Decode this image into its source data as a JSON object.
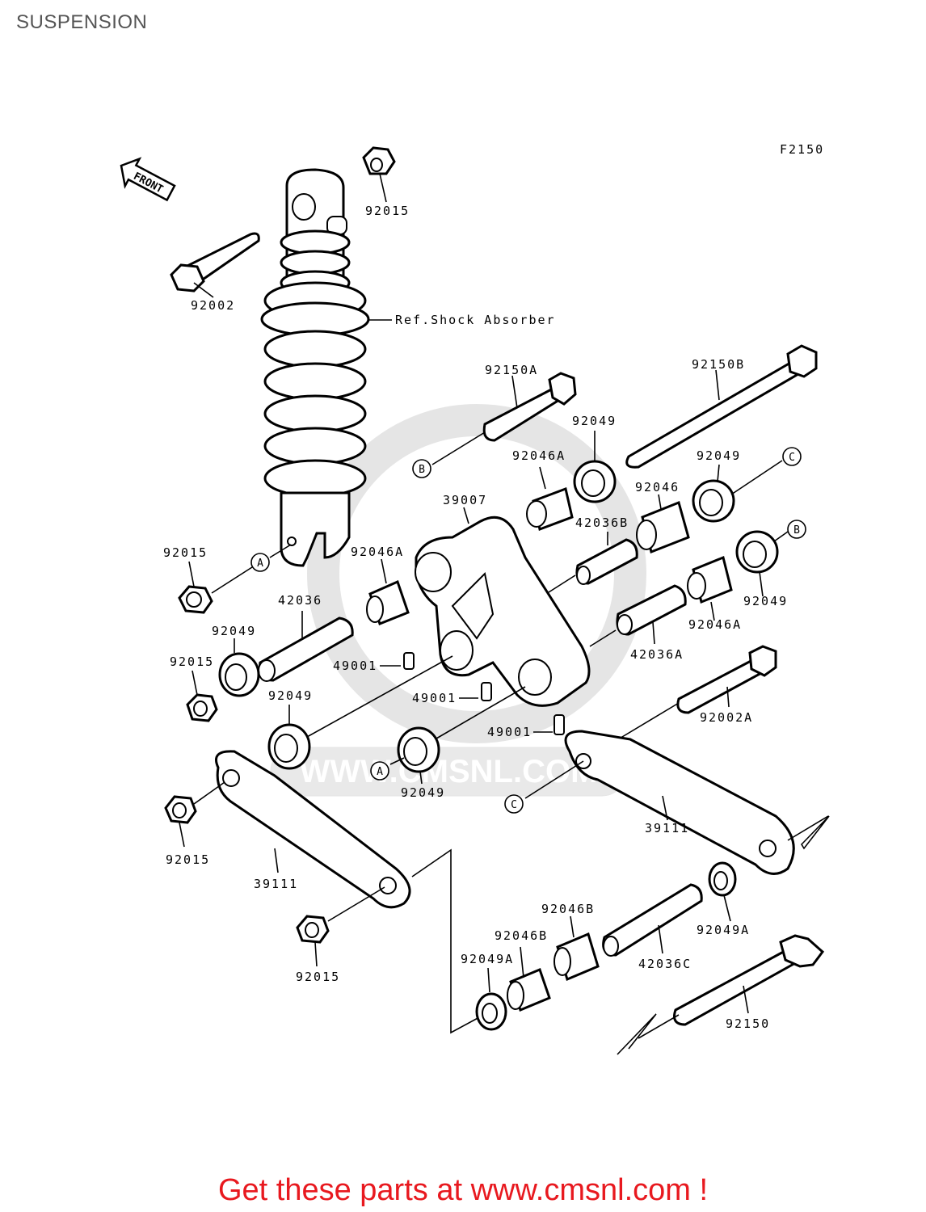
{
  "page_title": "SUSPENSION",
  "figure_code": "F2150",
  "front_label": "FRONT",
  "callouts": {
    "c_92015_top": "92015",
    "c_92002": "92002",
    "c_ref": "Ref.Shock Absorber",
    "c_92150A": "92150A",
    "c_92150B": "92150B",
    "c_92049_a": "92049",
    "c_92046A_a": "92046A",
    "c_92049_b": "92049",
    "c_92046": "92046",
    "c_39007": "39007",
    "c_42036B": "42036B",
    "c_92015_a": "92015",
    "c_92046A_b": "92046A",
    "c_42036": "42036",
    "c_92049_c": "92049",
    "c_92046A_c": "92046A",
    "c_92049_d": "92049",
    "c_42036A": "42036A",
    "c_92015_b": "92015",
    "c_49001_a": "49001",
    "c_92049_e": "92049",
    "c_49001_b": "49001",
    "c_92002A": "92002A",
    "c_49001_c": "49001",
    "c_92049_f": "92049",
    "c_92015_c": "92015",
    "c_39111_a": "39111",
    "c_39111_b": "39111",
    "c_92046B_a": "92046B",
    "c_92046B_b": "92046B",
    "c_92049A_a": "92049A",
    "c_92049A_b": "92049A",
    "c_42036C": "42036C",
    "c_92015_d": "92015",
    "c_92150": "92150"
  },
  "circle_refs": {
    "ref_a_1": "A",
    "ref_a_2": "A",
    "ref_b_1": "B",
    "ref_b_2": "B",
    "ref_c_1": "C",
    "ref_c_2": "C"
  },
  "watermark_text": "WWW.CMSNL.COM",
  "footer_text": "Get these parts at www.cmsnl.com !"
}
